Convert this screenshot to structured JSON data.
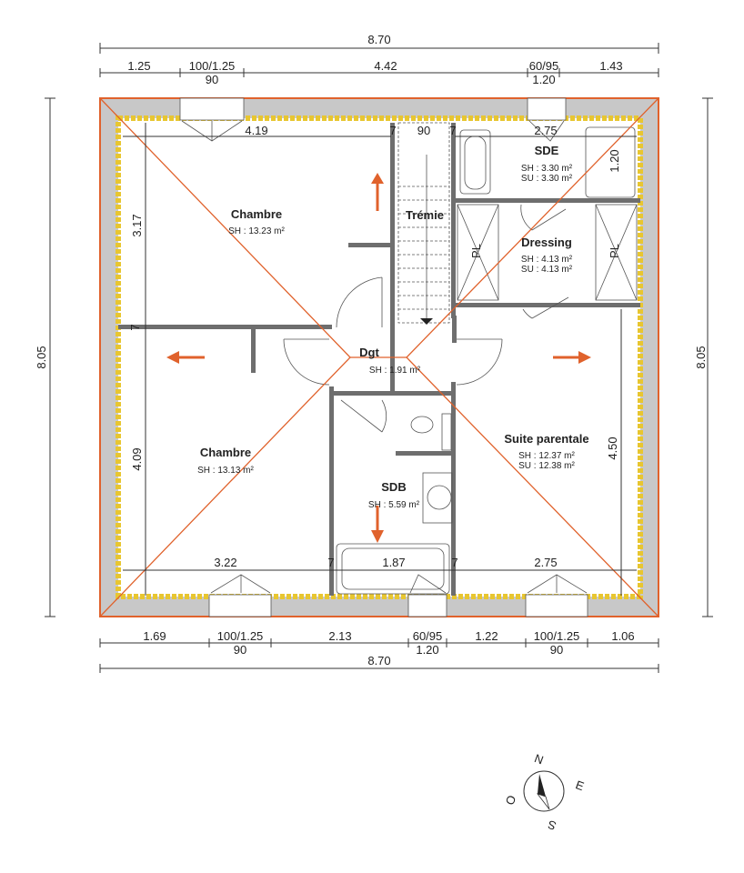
{
  "dimensions": {
    "top_total": "8.70",
    "top_segments": [
      "1.25",
      "100/1.25",
      "4.42",
      "60/95",
      "1.43"
    ],
    "top_sub": [
      "90",
      "1.20"
    ],
    "bottom_total": "8.70",
    "bottom_segments": [
      "1.69",
      "100/1.25",
      "2.13",
      "60/95",
      "1.22",
      "100/1.25",
      "1.06"
    ],
    "bottom_sub": [
      "90",
      "1.20",
      "90"
    ],
    "left_total": "8.05",
    "right_total": "8.05",
    "interior": {
      "top_left": "4.19",
      "stair_width": "90",
      "top_right": "2.75",
      "shower": "1.20",
      "left_upper": "3.17",
      "left_lower": "4.09",
      "right_lower": "4.50",
      "bottom_left": "3.22",
      "bottom_mid": "1.87",
      "bottom_right": "2.75",
      "wall": "7"
    }
  },
  "rooms": [
    {
      "name": "Chambre",
      "sh": "SH : 13.23 m²"
    },
    {
      "name": "Trémie"
    },
    {
      "name": "SDE",
      "sh": "SH : 3.30 m²",
      "su": "SU : 3.30 m²"
    },
    {
      "name": "Dressing",
      "sh": "SH : 4.13 m²",
      "su": "SU : 4.13 m²"
    },
    {
      "name": "Dgt",
      "sh": "SH : 1.91 m²"
    },
    {
      "name": "Chambre",
      "sh": "SH : 13.13 m²"
    },
    {
      "name": "Suite parentale",
      "sh": "SH : 12.37 m²",
      "su": "SU : 12.38 m²"
    },
    {
      "name": "SDB",
      "sh": "SH : 5.59 m²"
    }
  ],
  "closets": [
    "PL",
    "PL"
  ],
  "compass": {
    "n": "N",
    "e": "E",
    "s": "S",
    "o": "O"
  },
  "colors": {
    "roof_lines": "#e0622c",
    "insulation": "#e8c630",
    "wall_band": "#c8c8c8"
  }
}
